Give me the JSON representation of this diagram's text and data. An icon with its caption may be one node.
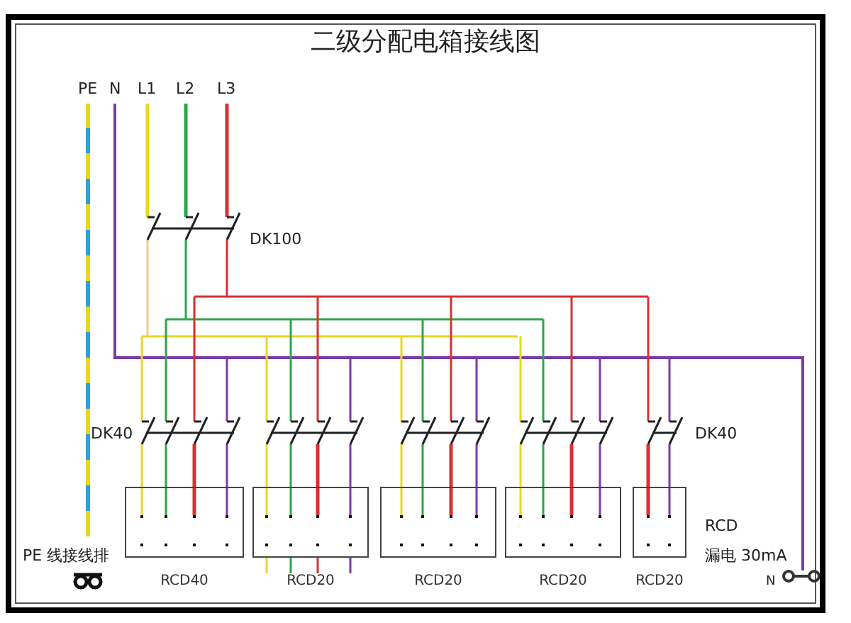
{
  "diagram": {
    "title": "二级分配电箱接线图",
    "nodes": [
      {
        "text": [],
        "shape": "box",
        "beside": [
          "RCD40"
        ]
      },
      {
        "text": [],
        "shape": "box",
        "beside": [
          "RCD20"
        ]
      },
      {
        "text": [],
        "shape": "box",
        "beside": [
          "RCD20"
        ]
      },
      {
        "text": [],
        "shape": "box",
        "beside": [
          "RCD20"
        ]
      },
      {
        "text": [],
        "shape": "box",
        "beside": [
          "RCD20"
        ]
      }
    ],
    "labels": [
      "PE",
      "N",
      "L1",
      "L2",
      "L3",
      "DK100",
      "DK40",
      "DK40",
      "PE 线接线排",
      "RCD",
      "漏电 30mA",
      "N"
    ]
  }
}
